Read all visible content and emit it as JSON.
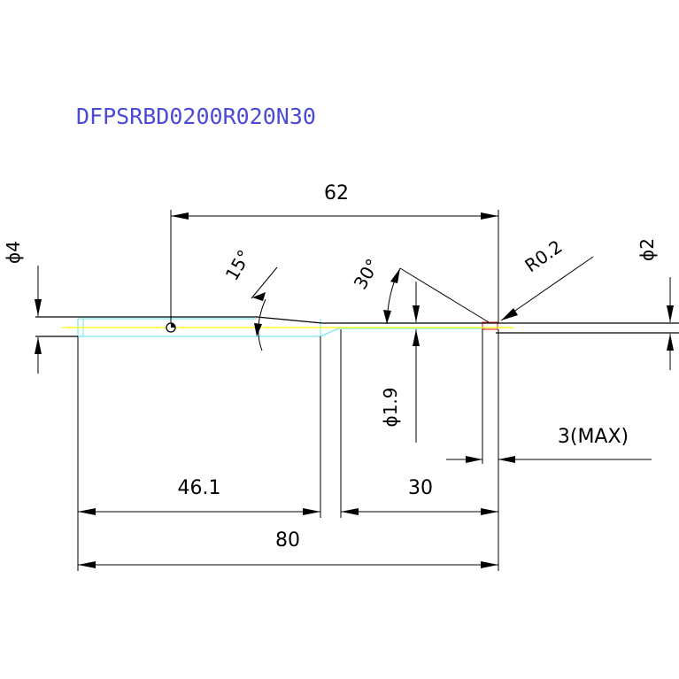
{
  "drawing": {
    "part_number": "DFPSRBD0200R020N30",
    "colors": {
      "background": "#ffffff",
      "dimension_lines": "#000000",
      "part_number": "#4a4ad6",
      "body_outline": "#79e6ef",
      "center_line": "#ffff00",
      "tip_highlight": "#e63a3a"
    },
    "dimensions": {
      "overall_length": "80",
      "reach_length": "62",
      "shank_length": "46.1",
      "neck_length": "30",
      "shank_diameter": "ϕ4",
      "tip_diameter": "ϕ2",
      "neck_diameter": "ϕ1.9",
      "corner_radius": "R0.2",
      "taper_angle_shank": "15°",
      "taper_angle_neck": "30°",
      "flute_length": "3(MAX)"
    }
  }
}
